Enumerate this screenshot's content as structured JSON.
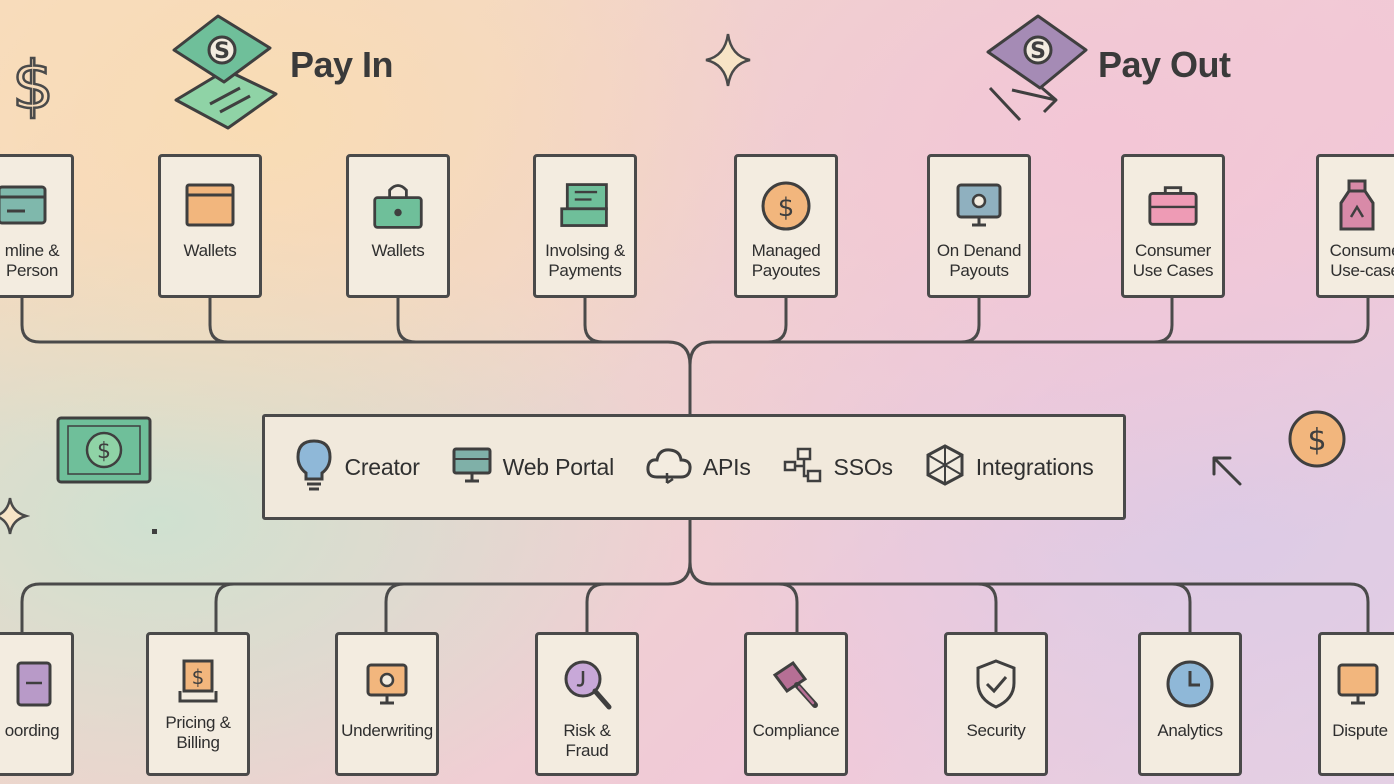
{
  "pay_in": {
    "title": "Pay In"
  },
  "pay_out": {
    "title": "Pay Out"
  },
  "top_nodes": [
    {
      "label": "mline &\nPerson",
      "icon": "card-icon",
      "color": "#7fb8ac"
    },
    {
      "label": "Wallets",
      "icon": "wallet-icon",
      "color": "#f2b67d"
    },
    {
      "label": "Wallets",
      "icon": "locked-wallet-icon",
      "color": "#6fbf9a"
    },
    {
      "label": "Involsing &\nPayments",
      "icon": "invoice-stack-icon",
      "color": "#6fbf9a"
    },
    {
      "label": "Managed\nPayoutes",
      "icon": "dollar-coin-icon",
      "color": "#f2b67d"
    },
    {
      "label": "On Denand\nPayouts",
      "icon": "monitor-icon",
      "color": "#8fb0bf"
    },
    {
      "label": "Consumer\nUse Cases",
      "icon": "briefcase-icon",
      "color": "#ee9bb5"
    },
    {
      "label": "Consume\nUse-case",
      "icon": "jar-icon",
      "color": "#d88aa8"
    }
  ],
  "hub": [
    {
      "label": "Creator",
      "icon": "lightbulb-icon",
      "color": "#8fb8d8"
    },
    {
      "label": "Web Portal",
      "icon": "monitor-icon",
      "color": "#7fb0a8"
    },
    {
      "label": "APIs",
      "icon": "cloud-icon",
      "color": "#f3ece0"
    },
    {
      "label": "SSOs",
      "icon": "network-icon",
      "color": "#f3ece0"
    },
    {
      "label": "Integrations",
      "icon": "cube-icon",
      "color": "#f3ece0"
    }
  ],
  "bottom_nodes": [
    {
      "label": "oording",
      "icon": "tablet-icon",
      "color": "#b89ac8"
    },
    {
      "label": "Pricing &\nBilling",
      "icon": "price-tag-icon",
      "color": "#f2b67d"
    },
    {
      "label": "Underwriting",
      "icon": "monitor-icon",
      "color": "#f2b67d"
    },
    {
      "label": "Risk & Fraud",
      "icon": "magnifier-icon",
      "color": "#c8a8d8"
    },
    {
      "label": "Compliance",
      "icon": "gavel-icon",
      "color": "#b66f95"
    },
    {
      "label": "Security",
      "icon": "shield-icon",
      "color": "#f3ece0"
    },
    {
      "label": "Analytics",
      "icon": "clock-icon",
      "color": "#8fb8d8"
    },
    {
      "label": "Dispute",
      "icon": "monitor-icon",
      "color": "#f2b67d"
    }
  ],
  "colors": {
    "line": "#4a4a4a",
    "box": "#f3ece0",
    "green": "#6fbf9a",
    "purple": "#a58bb5",
    "orange": "#f2b67d"
  }
}
